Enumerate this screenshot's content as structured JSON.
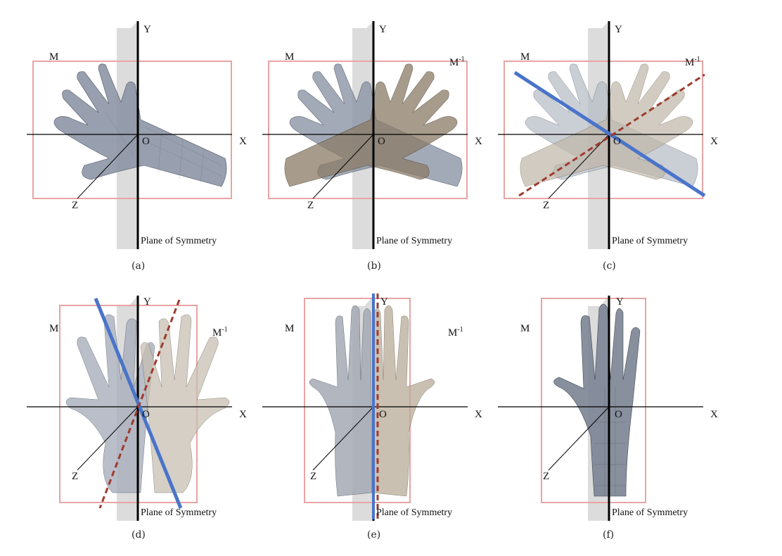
{
  "labels": {
    "y_axis": "Y",
    "x_axis": "X",
    "z_axis": "Z",
    "origin": "O",
    "model": "M",
    "mirror_base": "M",
    "mirror_exp": "-1",
    "plane": "Plane of Symmetry"
  },
  "panels": [
    {
      "caption": "(a)",
      "show_mirror": false
    },
    {
      "caption": "(b)",
      "show_mirror": true
    },
    {
      "caption": "(c)",
      "show_mirror": true
    },
    {
      "caption": "(d)",
      "show_mirror": true
    },
    {
      "caption": "(e)",
      "show_mirror": true
    },
    {
      "caption": "(f)",
      "show_mirror": false
    }
  ],
  "colors": {
    "frame": "#e8a4a4",
    "plane": "#d9d9d9",
    "axis": "#000000",
    "blue_line": "#4a74c9",
    "red_dashed": "#9e3b2e",
    "mesh_gray": "#6f7786",
    "mesh_brown": "#8a7a66"
  }
}
